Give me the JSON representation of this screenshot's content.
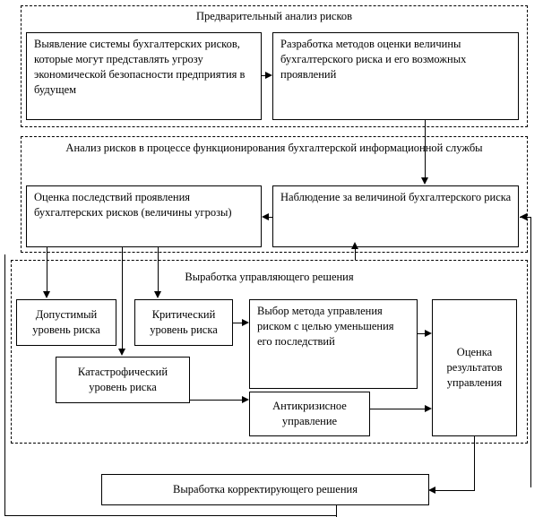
{
  "diagram": {
    "title_visible": false,
    "groups": [
      {
        "id": "preliminary",
        "title": "Предварительный анализ рисков",
        "boxes": [
          {
            "id": "identify-system",
            "text": "Выявление системы бухгалтерских рисков, которые могут представлять угрозу экономической безопасности предприятия в будущем"
          },
          {
            "id": "develop-methods",
            "text": "Разработка методов оценки величины бухгалтерского риска и его возможных проявлений"
          }
        ]
      },
      {
        "id": "process-analysis",
        "title": "Анализ рисков в процессе функционирования бухгалтерской информационной службы",
        "boxes": [
          {
            "id": "assess-consequences",
            "text": "Оценка последствий проявления бухгалтерских рисков (величины угрозы)"
          },
          {
            "id": "observation",
            "text": "Наблюдение за величиной бухгалтерского риска"
          }
        ]
      },
      {
        "id": "decision-making",
        "title": "Выработка управляющего решения",
        "boxes": [
          {
            "id": "acceptable-level",
            "text": "Допустимый уровень риска"
          },
          {
            "id": "critical-level",
            "text": "Критический уровень риска"
          },
          {
            "id": "catastrophic-level",
            "text": "Катастрофический уровень риска"
          },
          {
            "id": "method-choice",
            "text": "Выбор метода управления риском с целью уменьшения его последствий"
          },
          {
            "id": "anticrisis",
            "text": "Антикризисное управление"
          },
          {
            "id": "results-assessment",
            "text": "Оценка результатов управления"
          }
        ]
      }
    ],
    "standalone_boxes": [
      {
        "id": "corrective-decision",
        "text": "Выработка корректирующего решения"
      }
    ],
    "colors": {
      "line": "#000000",
      "background": "#ffffff",
      "text": "#000000"
    }
  }
}
